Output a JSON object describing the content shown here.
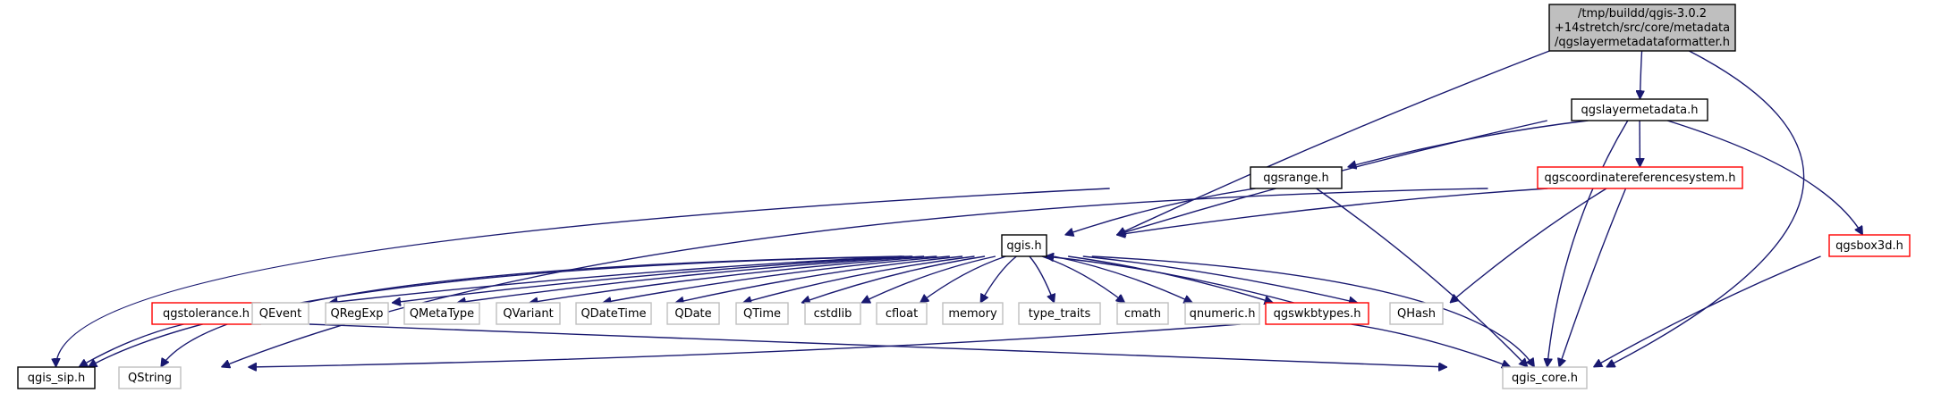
{
  "colors": {
    "edge": "#191970",
    "root_fill": "#bfbfbf",
    "root_border": "#000000",
    "documented_border": "#000000",
    "truncated_border": "#ff0000",
    "external_border": "#bfbfbf"
  },
  "nodes": [
    {
      "id": "root",
      "kind": "root",
      "lines": [
        "/tmp/buildd/qgis-3.0.2",
        "+14stretch/src/core/metadata",
        "/qgslayermetadataformatter.h"
      ]
    },
    {
      "id": "qgslayermetadata",
      "kind": "documented",
      "lines": [
        "qgslayermetadata.h"
      ]
    },
    {
      "id": "qgsrange",
      "kind": "documented",
      "lines": [
        "qgsrange.h"
      ]
    },
    {
      "id": "qgscrs",
      "kind": "truncated",
      "lines": [
        "qgscoordinatereferencesystem.h"
      ]
    },
    {
      "id": "qgis",
      "kind": "documented",
      "lines": [
        "qgis.h"
      ]
    },
    {
      "id": "qgsbox3d",
      "kind": "truncated",
      "lines": [
        "qgsbox3d.h"
      ]
    },
    {
      "id": "qgstolerance",
      "kind": "truncated",
      "lines": [
        "qgstolerance.h"
      ]
    },
    {
      "id": "QEvent",
      "kind": "external",
      "lines": [
        "QEvent"
      ]
    },
    {
      "id": "QRegExp",
      "kind": "external",
      "lines": [
        "QRegExp"
      ]
    },
    {
      "id": "QMetaType",
      "kind": "external",
      "lines": [
        "QMetaType"
      ]
    },
    {
      "id": "QVariant",
      "kind": "external",
      "lines": [
        "QVariant"
      ]
    },
    {
      "id": "QDateTime",
      "kind": "external",
      "lines": [
        "QDateTime"
      ]
    },
    {
      "id": "QDate",
      "kind": "external",
      "lines": [
        "QDate"
      ]
    },
    {
      "id": "QTime",
      "kind": "external",
      "lines": [
        "QTime"
      ]
    },
    {
      "id": "cstdlib",
      "kind": "external",
      "lines": [
        "cstdlib"
      ]
    },
    {
      "id": "cfloat",
      "kind": "external",
      "lines": [
        "cfloat"
      ]
    },
    {
      "id": "memory",
      "kind": "external",
      "lines": [
        "memory"
      ]
    },
    {
      "id": "type_traits",
      "kind": "external",
      "lines": [
        "type_traits"
      ]
    },
    {
      "id": "cmath",
      "kind": "external",
      "lines": [
        "cmath"
      ]
    },
    {
      "id": "qnumeric",
      "kind": "external",
      "lines": [
        "qnumeric.h"
      ]
    },
    {
      "id": "qgswkbtypes",
      "kind": "truncated",
      "lines": [
        "qgswkbtypes.h"
      ]
    },
    {
      "id": "QHash",
      "kind": "external",
      "lines": [
        "QHash"
      ]
    },
    {
      "id": "qgis_sip",
      "kind": "documented",
      "lines": [
        "qgis_sip.h"
      ]
    },
    {
      "id": "QString",
      "kind": "external",
      "lines": [
        "QString"
      ]
    },
    {
      "id": "qgis_core",
      "kind": "external",
      "lines": [
        "qgis_core.h"
      ]
    }
  ],
  "edges": [
    {
      "from": "root",
      "to": "qgslayermetadata"
    },
    {
      "from": "root",
      "to": "qgis"
    },
    {
      "from": "root",
      "to": "qgis_core"
    },
    {
      "from": "qgslayermetadata",
      "to": "qgsrange"
    },
    {
      "from": "qgslayermetadata",
      "to": "qgscrs"
    },
    {
      "from": "qgslayermetadata",
      "to": "qgis"
    },
    {
      "from": "qgslayermetadata",
      "to": "qgsbox3d"
    },
    {
      "from": "qgslayermetadata",
      "to": "qgis_core"
    },
    {
      "from": "qgsrange",
      "to": "qgis"
    },
    {
      "from": "qgsrange",
      "to": "qgis_core"
    },
    {
      "from": "qgscrs",
      "to": "qgis"
    },
    {
      "from": "qgscrs",
      "to": "QHash"
    },
    {
      "from": "qgscrs",
      "to": "qgis_core"
    },
    {
      "from": "qgscrs",
      "to": "QString"
    },
    {
      "from": "qgsbox3d",
      "to": "qgis_core"
    },
    {
      "from": "qgis",
      "to": "qgis_sip"
    },
    {
      "from": "qgis",
      "to": "QString"
    },
    {
      "from": "qgis",
      "to": "qgstolerance"
    },
    {
      "from": "qgis",
      "to": "QEvent"
    },
    {
      "from": "qgis",
      "to": "QRegExp"
    },
    {
      "from": "qgis",
      "to": "QMetaType"
    },
    {
      "from": "qgis",
      "to": "QVariant"
    },
    {
      "from": "qgis",
      "to": "QDateTime"
    },
    {
      "from": "qgis",
      "to": "QDate"
    },
    {
      "from": "qgis",
      "to": "QTime"
    },
    {
      "from": "qgis",
      "to": "cstdlib"
    },
    {
      "from": "qgis",
      "to": "cfloat"
    },
    {
      "from": "qgis",
      "to": "memory"
    },
    {
      "from": "qgis",
      "to": "type_traits"
    },
    {
      "from": "qgis",
      "to": "cmath"
    },
    {
      "from": "qgis",
      "to": "qnumeric"
    },
    {
      "from": "qgis",
      "to": "qgswkbtypes"
    },
    {
      "from": "qgis",
      "to": "QHash"
    },
    {
      "from": "qgis",
      "to": "qgis_core"
    },
    {
      "from": "qgstolerance",
      "to": "qgis_sip"
    },
    {
      "from": "qgstolerance",
      "to": "qgis_core"
    },
    {
      "from": "qgswkbtypes",
      "to": "qgis"
    },
    {
      "from": "qgswkbtypes",
      "to": "QString"
    },
    {
      "from": "qgswkbtypes",
      "to": "qgis_core"
    },
    {
      "from": "qgsrange",
      "to": "qgis_sip"
    }
  ]
}
